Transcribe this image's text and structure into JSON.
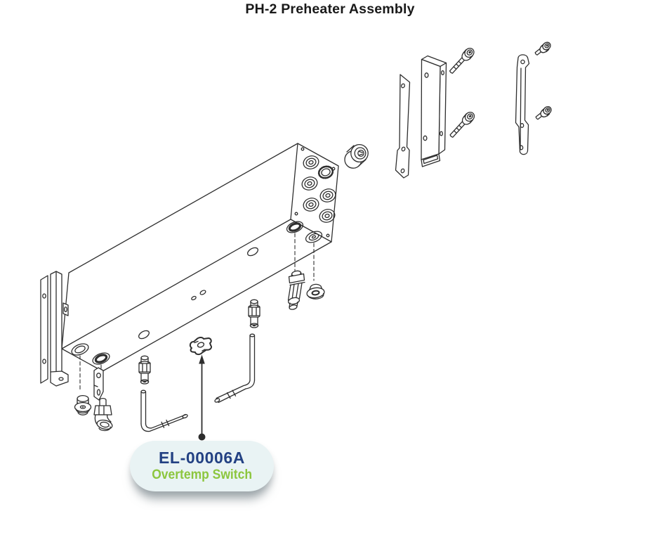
{
  "header": {
    "title": "PH-2 Preheater Assembly",
    "color": "#191919"
  },
  "callout": {
    "part_number": "EL-00006A",
    "part_label": "Overtemp Switch",
    "part_number_color": "#234183",
    "part_label_color": "#8cc63e",
    "background_color": "#e9f3f4"
  },
  "diagram": {
    "line_color": "#2e2e2e",
    "parts": [
      "preheater-block",
      "end-ports",
      "port-cap",
      "mounting-bracket-left",
      "plug-fitting-left",
      "clamp-strap",
      "elbow-fitting-left",
      "compression-fitting-left",
      "compression-fitting-mid",
      "bent-tube-left",
      "bent-tube-right",
      "barrel-fitting-right",
      "plug-fitting-right",
      "overtemp-switch",
      "callout-arrow",
      "explosion-guide-lines",
      "bracket-strip-1",
      "bracket-channel",
      "bracket-strip-2",
      "long-screws",
      "short-screws"
    ]
  }
}
